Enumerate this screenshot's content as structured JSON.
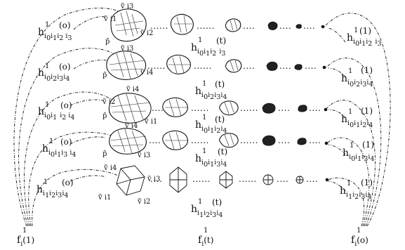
{
  "labels": {
    "h": "h",
    "sup_1": "1",
    "left_arg": "(o)",
    "right_arg": "(1)",
    "mid_arg": "(t)",
    "v": "ṽ",
    "p": "p̃",
    "dots": "......",
    "short_dots": "....",
    "rows": [
      {
        "left_sub": "i",
        "left_subs": [
          "0",
          "1",
          "2",
          "3"
        ],
        "right_subs": [
          "0",
          "1",
          "2",
          "3"
        ],
        "mid_subs": [
          "0",
          "1",
          "2",
          "3"
        ]
      },
      {
        "left_sub": "i",
        "left_subs": [
          "0",
          "2",
          "3",
          "4"
        ],
        "right_subs": [
          "0",
          "2",
          "3",
          "4"
        ],
        "mid_subs": [
          "0",
          "2",
          "3",
          "4"
        ]
      },
      {
        "left_sub": "i",
        "left_subs": [
          "0",
          "1",
          "2",
          "4"
        ],
        "right_subs": [
          "0",
          "1",
          "2",
          "4"
        ],
        "mid_subs": [
          "0",
          "1",
          "2",
          "4"
        ]
      },
      {
        "left_sub": "i",
        "left_subs": [
          "0",
          "1",
          "3",
          "4"
        ],
        "right_subs": [
          "0",
          "1",
          "3",
          "4"
        ],
        "mid_subs": [
          "0",
          "1",
          "3",
          "4"
        ]
      },
      {
        "left_sub": "i",
        "left_subs": [
          "1",
          "2",
          "3",
          "4"
        ],
        "right_subs": [
          "1",
          "2",
          "3",
          "4"
        ],
        "mid_subs": [
          "1",
          "2",
          "3",
          "4"
        ]
      }
    ],
    "vertex_labels": {
      "r0": [
        "ṽ i3",
        "ṽ i1",
        "ṽ i2"
      ],
      "r1": [
        "ṽ i3",
        "ṽ i4"
      ],
      "r2": [
        "ṽ i4",
        "ṽ i2",
        "ṽ i1"
      ],
      "r3": [
        "ṽ i4",
        "ṽ i3"
      ],
      "r4": [
        "ṽ i4",
        "ṽ i3",
        "ṽ i1",
        "ṽ i2"
      ]
    },
    "bottom": {
      "left": {
        "base": "f",
        "sup": "1",
        "sub": "i",
        "arg": "(1)"
      },
      "mid": {
        "base": "f",
        "sup": "1",
        "sub": "i",
        "arg": "(t)"
      },
      "right": {
        "base": "f",
        "sup": "1",
        "sub": "i",
        "arg": "(o)"
      }
    }
  }
}
